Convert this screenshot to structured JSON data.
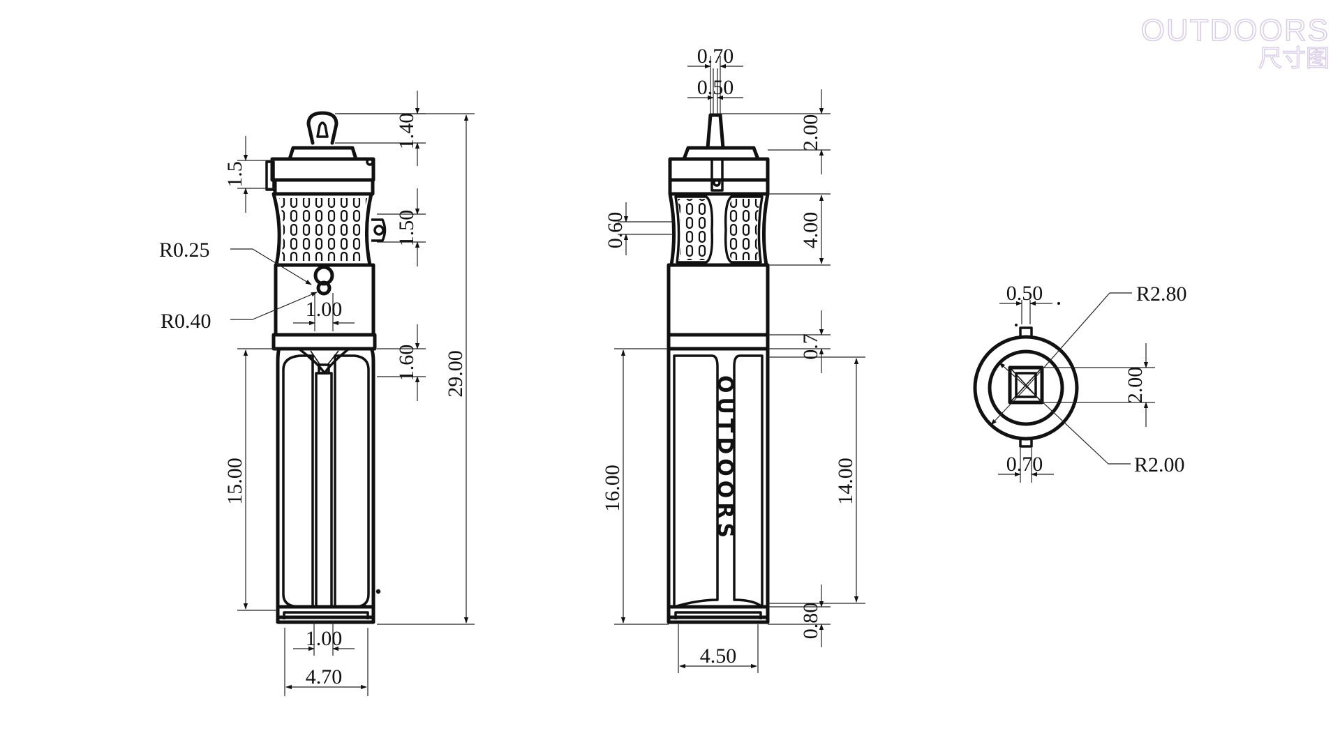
{
  "watermark": {
    "brand": "OUTDOORS",
    "subtitle": "尺寸图"
  },
  "side_view": {
    "dim_cap_loop": "1.40",
    "dim_cap": "1.5",
    "dim_grip_band": "1.50",
    "radius_small": "R0.25",
    "radius_large": "R0.40",
    "dim_hole_width": "1.00",
    "dim_neck": "1.60",
    "dim_total_height": "29.00",
    "dim_body_height": "15.00",
    "dim_base_width": "1.00",
    "dim_total_width": "4.70"
  },
  "front_view": {
    "dim_spout_outer": "0.70",
    "dim_spout_inner": "0.50",
    "dim_spout_height": "2.00",
    "dim_grip_gap": "0.60",
    "dim_grip_height": "4.00",
    "dim_neck_gap": "0.7",
    "dim_body_height": "16.00",
    "dim_logo_height": "14.00",
    "dim_base": "0.80",
    "dim_width": "4.50",
    "logo_text": "OUTDOORS"
  },
  "top_view": {
    "dim_tab_top": "0.50",
    "radius_outer": "R2.80",
    "dim_square": "2.00",
    "radius_inner": "R2.00",
    "dim_tab_bottom": "0.70"
  }
}
